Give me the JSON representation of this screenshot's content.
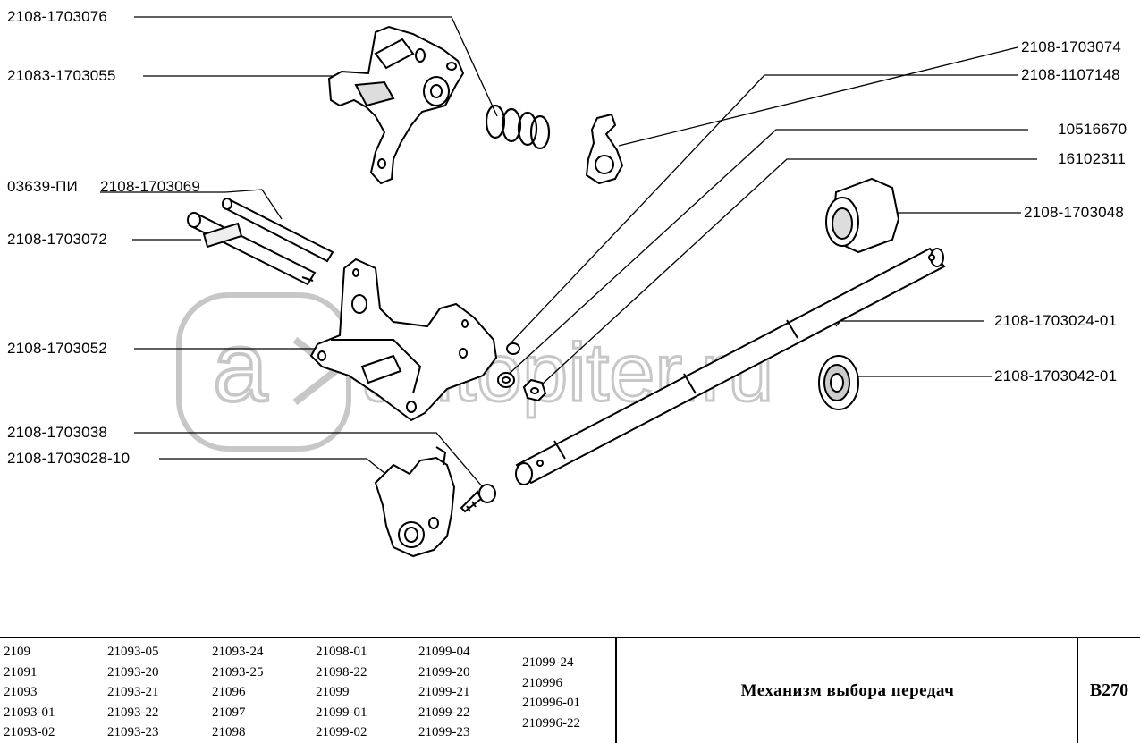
{
  "callouts": {
    "c1": "2108-1703076",
    "c2": "21083-1703055",
    "c3": "03639-ПИ",
    "c4": "2108-1703069",
    "c5": "2108-1703072",
    "c6": "2108-1703052",
    "c7": "2108-1703038",
    "c8": "2108-1703028-10",
    "c9": "2108-1703074",
    "c10": "2108-1107148",
    "c11": "10516670",
    "c12": "16102311",
    "c13": "2108-1703048",
    "c14": "2108-1703024-01",
    "c15": "2108-1703042-01"
  },
  "watermark": {
    "mark": "a",
    "brand": "autopiter.ru"
  },
  "footer": {
    "models": [
      [
        "2109",
        "21091",
        "21093",
        "21093-01",
        "21093-02"
      ],
      [
        "21093-05",
        "21093-20",
        "21093-21",
        "21093-22",
        "21093-23"
      ],
      [
        "21093-24",
        "21093-25",
        "21096",
        "21097",
        "21098"
      ],
      [
        "21098-01",
        "21098-22",
        "21099",
        "21099-01",
        "21099-02"
      ],
      [
        "21099-04",
        "21099-20",
        "21099-21",
        "21099-22",
        "21099-23"
      ],
      [
        "21099-24",
        "210996",
        "210996-01",
        "210996-22"
      ]
    ],
    "title": "Механизм выбора передач",
    "code": "B270"
  }
}
